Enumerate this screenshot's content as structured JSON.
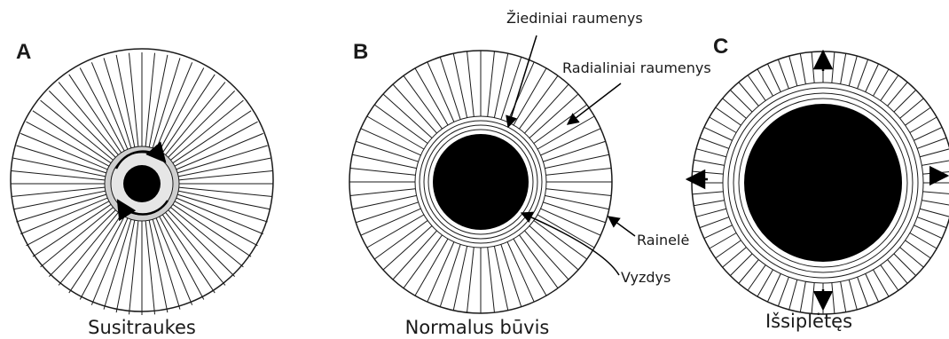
{
  "panels": [
    {
      "letter": "A",
      "caption": "Susitraukes",
      "state": "contracted"
    },
    {
      "letter": "B",
      "caption": "Normalus būvis",
      "state": "normal"
    },
    {
      "letter": "C",
      "caption": "Išsiplėtęs",
      "state": "dilated"
    }
  ],
  "labels": {
    "sphincter": "Žiediniai raumenys",
    "dilator": "Radialiniai raumenys",
    "iris": "Rainelė",
    "pupil": "Vyzdys"
  },
  "colors": {
    "line": "#1a1a1a",
    "pupil": "#000000",
    "ring_shade": "#cfcfcf",
    "background": "#ffffff"
  },
  "icons": [
    "rotation-arrow-icon",
    "outward-arrow-icon"
  ]
}
